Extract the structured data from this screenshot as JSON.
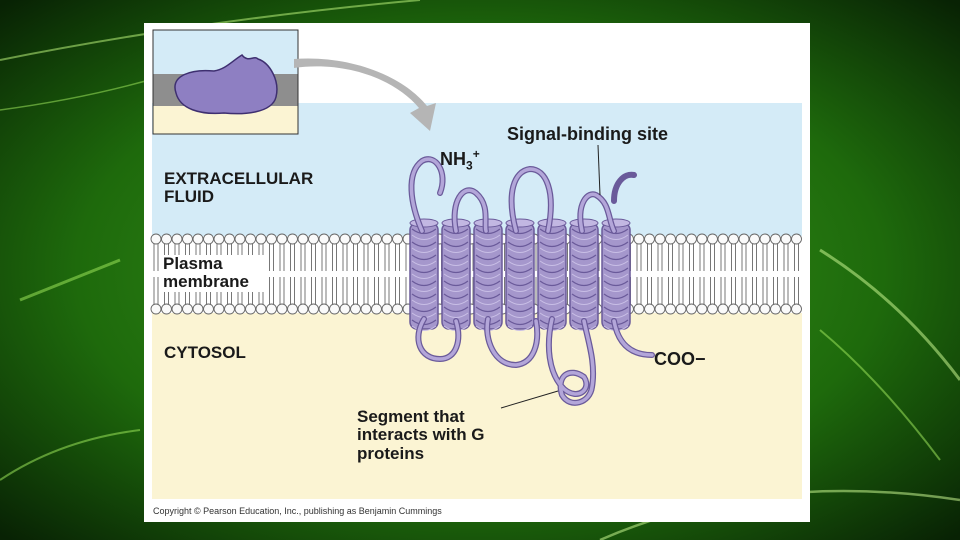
{
  "labels": {
    "extracellular": "EXTRACELLULAR FLUID",
    "plasma_membrane": "Plasma membrane",
    "cytosol": "CYTOSOL",
    "signal_binding_site": "Signal-binding site",
    "nh3_main": "NH",
    "nh3_sub": "3",
    "nh3_sup": "+",
    "coo": "COO−",
    "segment": "Segment that interacts with G proteins"
  },
  "copyright": "Copyright © Pearson Education, Inc., publishing as Benjamin Cummings",
  "colors": {
    "extracellular_fluid": "#d4ebf7",
    "cytosol": "#fbf4d3",
    "helix": "#a597cc",
    "helix_dark": "#6a5a9a",
    "protein_blob": "#8e7fc2",
    "membrane_band": "#8e8e8e",
    "background_green": "#2f8a12"
  }
}
